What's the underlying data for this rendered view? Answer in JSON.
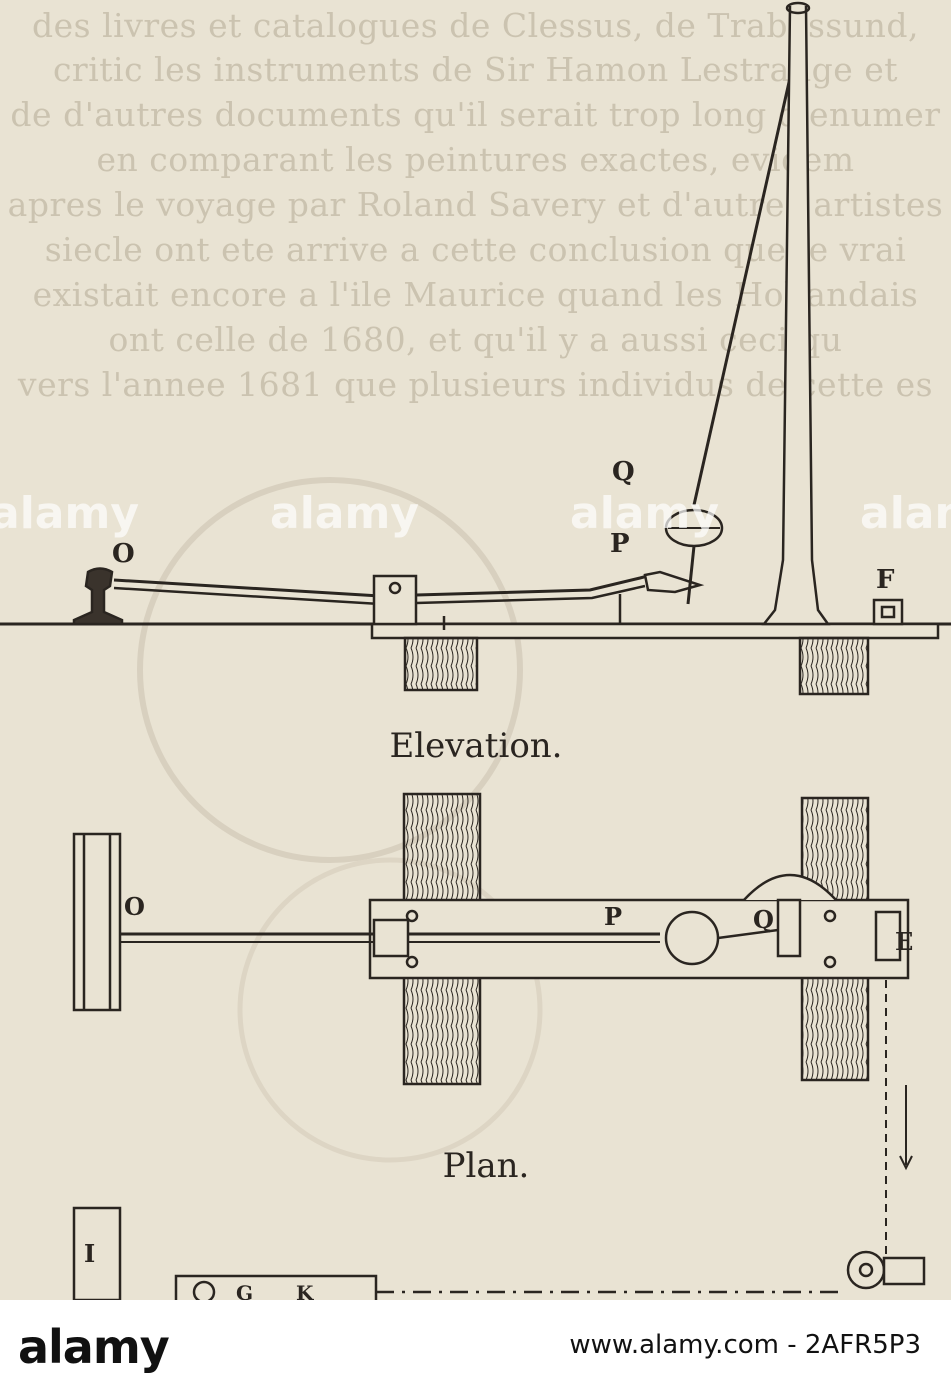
{
  "bleed_lines": [
    "des livres et catalogues de Clessus, de Trabessund,",
    "critic les instruments de Sir Hamon Lestrange et",
    "de d'autres documents qu'il serait trop long d'enumer",
    "en comparant les peintures exactes, evidem",
    "apres le voyage par Roland Savery et d'autres artistes",
    "siecle ont ete arrive a cette conclusion que le vrai",
    "existait encore a l'ile Maurice quand les Hollandais",
    "ont celle de 1680, et qu'il y a aussi ceci qu",
    "vers l'annee 1681 que plusieurs individus de cette es"
  ],
  "diagram": {
    "elevation": {
      "caption": "Elevation.",
      "labels": {
        "O": "O",
        "P": "P",
        "Q": "Q",
        "F": "F"
      }
    },
    "plan": {
      "caption": "Plan.",
      "labels": {
        "O": "O",
        "P": "P",
        "Q": "Q",
        "E": "E"
      }
    },
    "lower": {
      "labels": {
        "I": "I",
        "G": "G",
        "K": "K"
      }
    }
  },
  "watermark": {
    "text": "alamy"
  },
  "footer": {
    "logo": "alamy",
    "stock_id": "www.alamy.com - 2AFR5P3"
  },
  "colors": {
    "ink": "#2a2520",
    "paper": "#e9e3d3",
    "bleed": "#cbc3b0"
  }
}
